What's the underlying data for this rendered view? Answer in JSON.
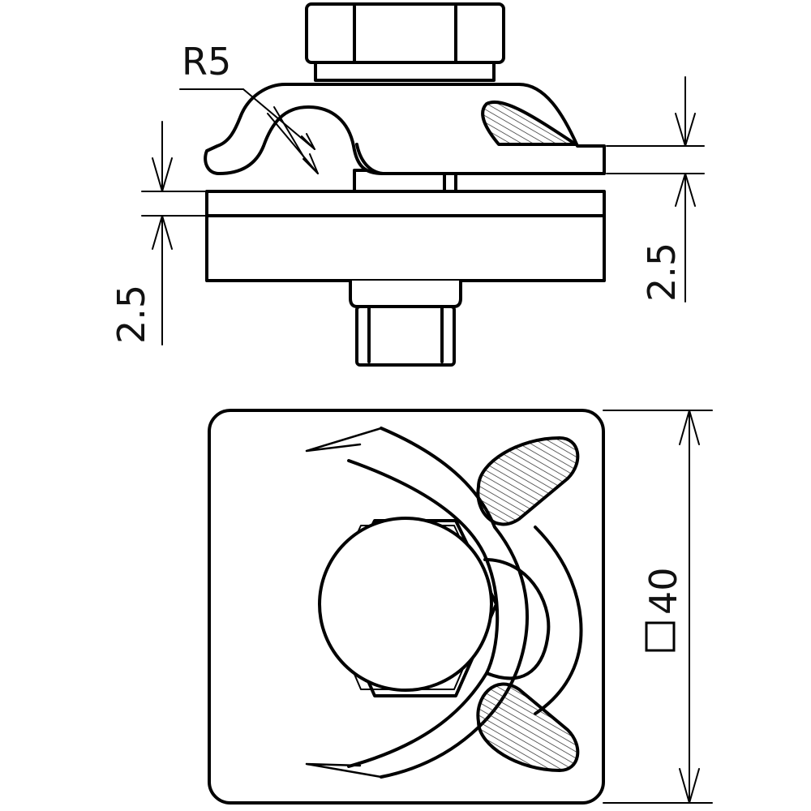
{
  "drawing": {
    "labels": {
      "radius": "R5",
      "thickness_left": "2.5",
      "thickness_right": "2.5",
      "size": "40"
    }
  }
}
